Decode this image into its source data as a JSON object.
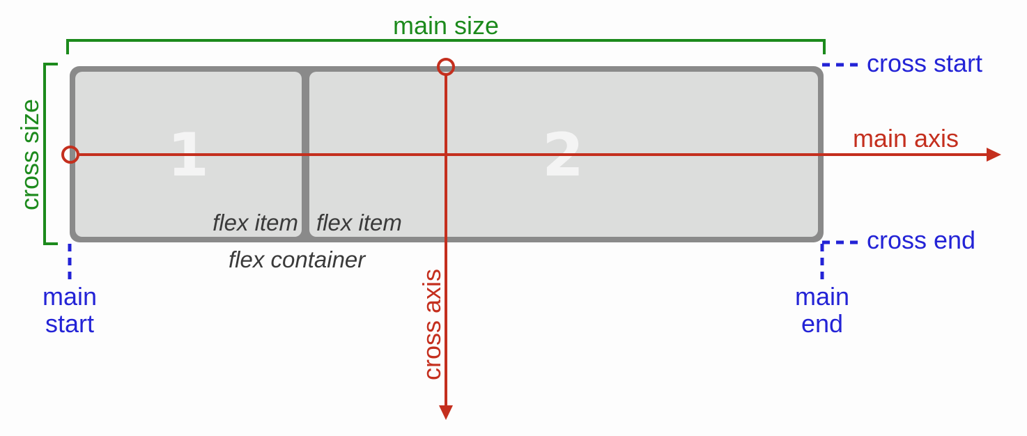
{
  "diagram": {
    "labels": {
      "main_size": "main size",
      "cross_size": "cross size",
      "cross_start": "cross start",
      "cross_end": "cross end",
      "main_axis": "main axis",
      "cross_axis": "cross axis",
      "main_start_line1": "main",
      "main_start_line2": "start",
      "main_end_line1": "main",
      "main_end_line2": "end",
      "flex_container": "flex container"
    },
    "items": [
      {
        "number": "1",
        "caption": "flex item"
      },
      {
        "number": "2",
        "caption": "flex item"
      }
    ],
    "colors": {
      "dimension": "#1c8a1c",
      "axis": "#c42f1e",
      "edge": "#2323d6",
      "container_border": "#8a8a8a",
      "item_fill": "#dcdddc"
    }
  }
}
